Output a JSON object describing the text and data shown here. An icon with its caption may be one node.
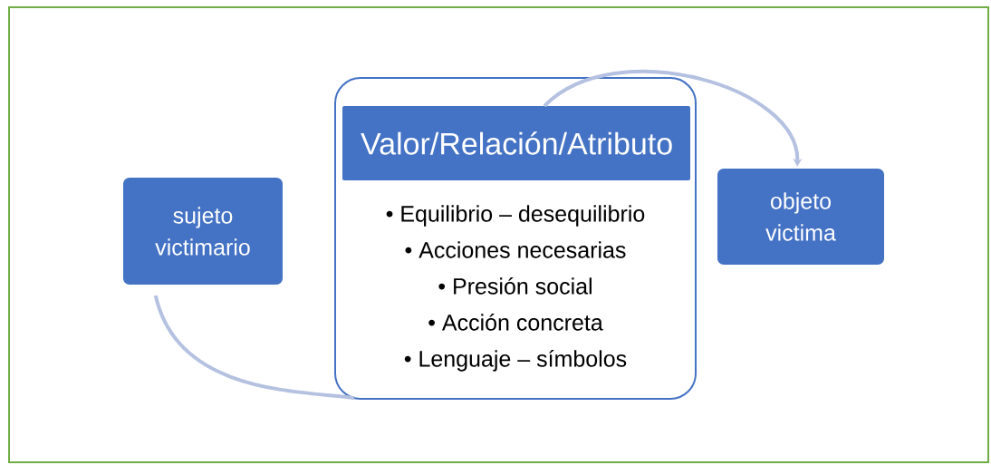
{
  "diagram": {
    "nodes": [
      {
        "text": [
          "sujeto victimario"
        ]
      },
      {
        "text": [
          "• Equilibrio – desequilibrio",
          "• Acciones necesarias",
          "• Presión social",
          "• Acción concreta",
          "• Lenguaje – símbolos"
        ]
      },
      {
        "text": [
          "Valor/Relación/Atributo"
        ],
        "in": 1
      },
      {
        "text": [
          "objeto victima"
        ]
      }
    ],
    "edges": [
      {
        "from": 0,
        "to": 1,
        "arrow": "none"
      },
      {
        "from": 2,
        "to": 3,
        "arrow": "to"
      }
    ]
  }
}
